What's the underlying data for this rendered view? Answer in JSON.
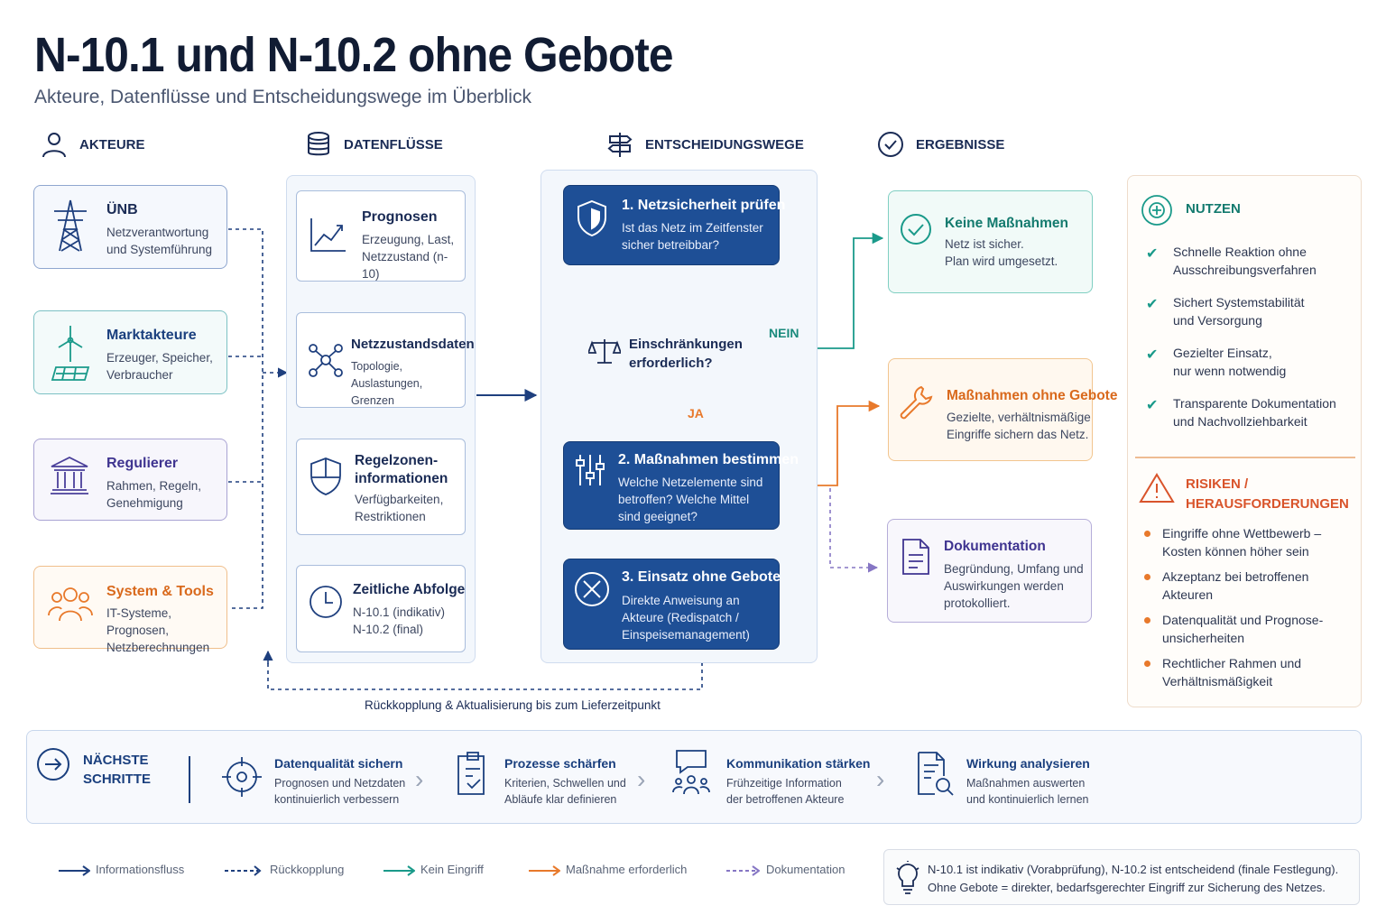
{
  "title": "N-10.1 und N-10.2 ohne Gebote",
  "subtitle": "Akteure, Datenflüsse und Entscheidungswege im Überblick",
  "columns": {
    "akteure": "AKTEURE",
    "datenfluesse": "DATENFLÜSSE",
    "entscheidungswege": "ENTSCHEIDUNGSWEGE",
    "ergebnisse": "ERGEBNISSE"
  },
  "actors": [
    {
      "title": "ÜNB",
      "text": "Netzverantwortung\nund Systemführung",
      "icon": "power-tower-icon"
    },
    {
      "title": "Marktakteure",
      "text": "Erzeuger, Speicher,\nVerbraucher",
      "icon": "wind-solar-icon"
    },
    {
      "title": "Regulierer",
      "text": "Rahmen, Regeln,\nGenehmigung",
      "icon": "institution-icon"
    },
    {
      "title": "System & Tools",
      "text": "IT-Systeme, Prognosen,\nNetzberechnungen",
      "icon": "people-icon"
    }
  ],
  "data": [
    {
      "title": "Prognosen",
      "text": "Erzeugung, Last,\nNetzzustand (n-10)",
      "icon": "chart-line-icon"
    },
    {
      "title": "Netzzustandsdaten",
      "text": "Topologie, Auslastungen,\nGrenzen",
      "icon": "network-icon"
    },
    {
      "title": "Regelzonen-\ninformationen",
      "text": "Verfügbarkeiten,\nRestriktionen",
      "icon": "shield-icon"
    },
    {
      "title": "Zeitliche Abfolge",
      "text": "N-10.1 (indikativ)\nN-10.2 (final)",
      "icon": "clock-icon"
    }
  ],
  "steps": {
    "step1": {
      "title": "1. Netzsicherheit prüfen",
      "text": "Ist das Netz im Zeitfenster\nsicher betreibbar?"
    },
    "decision": "Einschränkungen\nerforderlich?",
    "nein": "NEIN",
    "ja": "JA",
    "step2": {
      "title": "2. Maßnahmen bestimmen",
      "text": "Welche Netzelemente sind\nbetroffen? Welche Mittel\nsind geeignet?"
    },
    "step3": {
      "title": "3. Einsatz ohne Gebote",
      "text": "Direkte Anweisung an\nAkteure (Redispatch /\nEinspeisemanagement)"
    }
  },
  "feedback_label": "Rückkopplung & Aktualisierung bis zum Lieferzeitpunkt",
  "results": [
    {
      "title": "Keine Maßnahmen",
      "text": "Netz ist sicher.\nPlan wird umgesetzt."
    },
    {
      "title": "Maßnahmen ohne Gebote",
      "text": "Gezielte, verhältnismäßige\nEingriffe sichern das Netz."
    },
    {
      "title": "Dokumentation",
      "text": "Begründung, Umfang und\nAuswirkungen werden\nprotokolliert."
    }
  ],
  "nutzen": {
    "title": "NUTZEN",
    "items": [
      "Schnelle Reaktion ohne\nAusschreibungsverfahren",
      "Sichert Systemstabilität\nund Versorgung",
      "Gezielter Einsatz,\nnur wenn notwendig",
      "Transparente Dokumentation\nund Nachvollziehbarkeit"
    ]
  },
  "risiken": {
    "title": "RISIKEN /\nHERAUSFORDERUNGEN",
    "items": [
      "Eingriffe ohne Wettbewerb –\nKosten können höher sein",
      "Akzeptanz bei betroffenen\nAkteuren",
      "Datenqualität und Prognose-\nunsicherheiten",
      "Rechtlicher Rahmen und\nVerhältnismäßigkeit"
    ]
  },
  "next_steps": {
    "title": "NÄCHSTE\nSCHRITTE",
    "items": [
      {
        "title": "Datenqualität sichern",
        "text": "Prognosen und Netzdaten\nkontinuierlich verbessern"
      },
      {
        "title": "Prozesse schärfen",
        "text": "Kriterien, Schwellen und\nAbläufe klar definieren"
      },
      {
        "title": "Kommunikation stärken",
        "text": "Frühzeitige Information\nder betroffenen Akteure"
      },
      {
        "title": "Wirkung analysieren",
        "text": "Maßnahmen auswerten\nund kontinuierlich lernen"
      }
    ]
  },
  "legend": [
    {
      "label": "Informationsfluss",
      "color": "#1e3f7e"
    },
    {
      "label": "Rückkopplung",
      "color": "#1e3f7e"
    },
    {
      "label": "Kein Eingriff",
      "color": "#1a9a8a"
    },
    {
      "label": "Maßnahme erforderlich",
      "color": "#e8792b"
    },
    {
      "label": "Dokumentation",
      "color": "#8676c4"
    }
  ],
  "note": "N-10.1 ist indikativ (Vorabprüfung), N-10.2 ist entscheidend (finale Festlegung).\nOhne Gebote = direkter, bedarfsgerechter Eingriff zur Sicherung des Netzes.",
  "colors": {
    "navy": "#1e4f96",
    "teal": "#1a9a8a",
    "orange": "#e8792b",
    "purple": "#8676c4",
    "red": "#d9542b"
  }
}
